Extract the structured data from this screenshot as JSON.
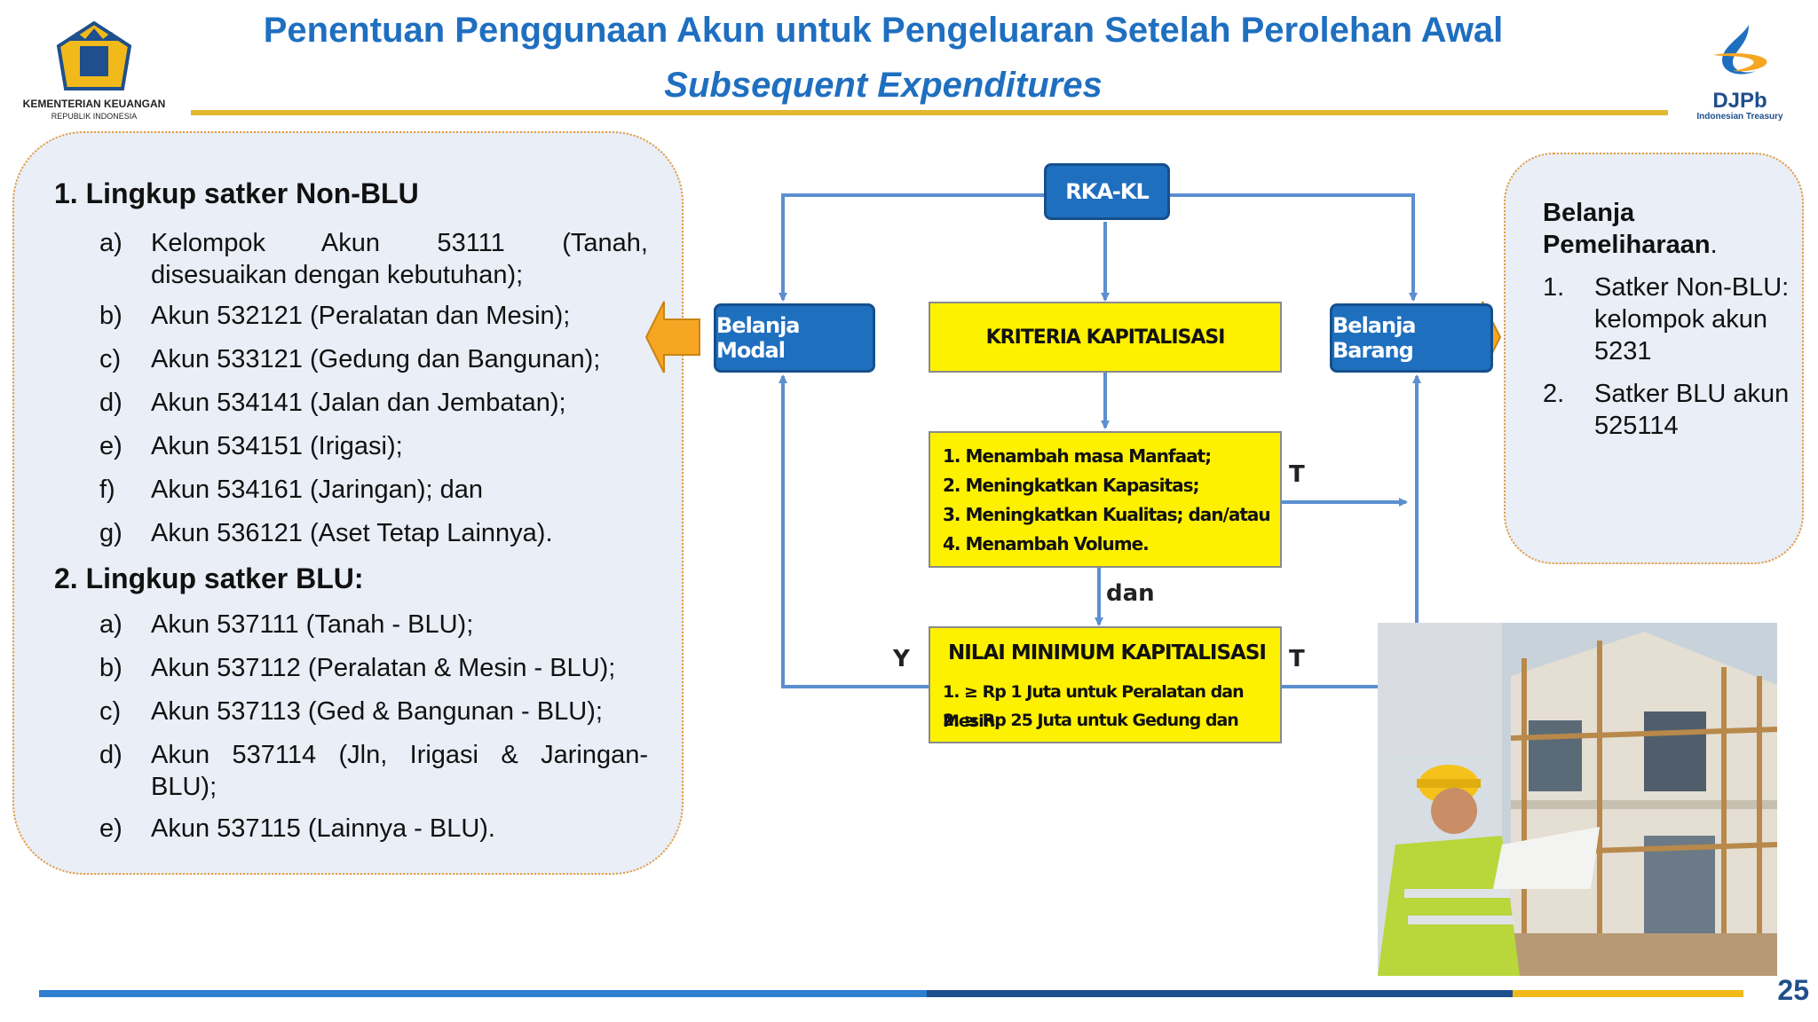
{
  "header": {
    "title": "Penentuan Penggunaan Akun untuk Pengeluaran Setelah Perolehan Awal",
    "subtitle": "Subsequent Expenditures",
    "logo_left_org": "KEMENTERIAN KEUANGAN",
    "logo_left_sub": "REPUBLIK INDONESIA",
    "logo_right_brand": "DJPb",
    "logo_right_tag": "Indonesian Treasury"
  },
  "left_panel": {
    "section1": {
      "heading": "1. Lingkup satker Non-BLU",
      "items": [
        {
          "label": "a)",
          "text": "Kelompok Akun 53111 (Tanah,",
          "text2": "disesuaikan dengan kebutuhan);"
        },
        {
          "label": "b)",
          "text": "Akun 532121 (Peralatan dan Mesin);"
        },
        {
          "label": "c)",
          "text": "Akun 533121 (Gedung dan Bangunan);"
        },
        {
          "label": "d)",
          "text": "Akun 534141 (Jalan dan Jembatan);"
        },
        {
          "label": "e)",
          "text": "Akun 534151 (Irigasi);"
        },
        {
          "label": "f)",
          "text": "Akun 534161 (Jaringan); dan"
        },
        {
          "label": "g)",
          "text": "Akun 536121 (Aset Tetap Lainnya)."
        }
      ]
    },
    "section2": {
      "heading": "2. Lingkup satker BLU:",
      "items": [
        {
          "label": "a)",
          "text": "Akun 537111 (Tanah - BLU);"
        },
        {
          "label": "b)",
          "text": "Akun 537112 (Peralatan & Mesin - BLU);"
        },
        {
          "label": "c)",
          "text": "Akun 537113 (Ged & Bangunan - BLU);"
        },
        {
          "label": "d)",
          "text": "Akun 537114 (Jln, Irigasi & Jaringan-",
          "text2": "BLU);"
        },
        {
          "label": "e)",
          "text": "Akun 537115 (Lainnya - BLU)."
        }
      ]
    }
  },
  "right_panel": {
    "title_line1": "Belanja",
    "title_line2": "Pemeliharaan",
    "title_dot": ".",
    "items": [
      {
        "label": "1.",
        "text": "Satker Non-BLU: kelompok akun 5231"
      },
      {
        "label": "2.",
        "text": "Satker BLU akun 525114"
      }
    ]
  },
  "flowchart": {
    "rka": "RKA-KL",
    "belanja_modal": "Belanja Modal",
    "belanja_barang": "Belanja Barang",
    "kriteria": "KRITERIA KAPITALISASI",
    "criteria_list": [
      "1. Menambah masa Manfaat;",
      "2. Meningkatkan Kapasitas;",
      "3. Meningkatkan Kualitas; dan/atau",
      "4. Menambah Volume."
    ],
    "dan": "dan",
    "nilai_title": "NILAI MINIMUM KAPITALISASI",
    "nilai_list": [
      "1. ≥ Rp 1 Juta untuk Peralatan dan Mesin;",
      "2. ≥ Rp 25 Juta untuk Gedung dan"
    ],
    "label_t1": "T",
    "label_t2": "T",
    "label_y": "Y"
  },
  "colors": {
    "title_blue": "#1f6fc0",
    "box_blue": "#1f6fbf",
    "box_yellow": "#fef100",
    "arrow_orange": "#f6a623",
    "panel_bg": "#e9eef7"
  },
  "footer": {
    "page_number": "25"
  }
}
